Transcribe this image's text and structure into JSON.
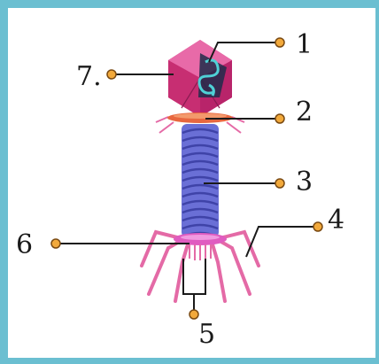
{
  "labels": {
    "l1": "1",
    "l2": "2",
    "l3": "3",
    "l4": "4",
    "l5": "5",
    "l6": "6",
    "l7": "7."
  },
  "colors": {
    "border": "#6bbfd1",
    "head": "#d6397f",
    "collar": "#e8673f",
    "tail": "#6a6fd6",
    "baseplate": "#e05cc0",
    "fibers": "#e46aa6",
    "leader": "#1a1a1a",
    "marker": "#f2a93b"
  }
}
